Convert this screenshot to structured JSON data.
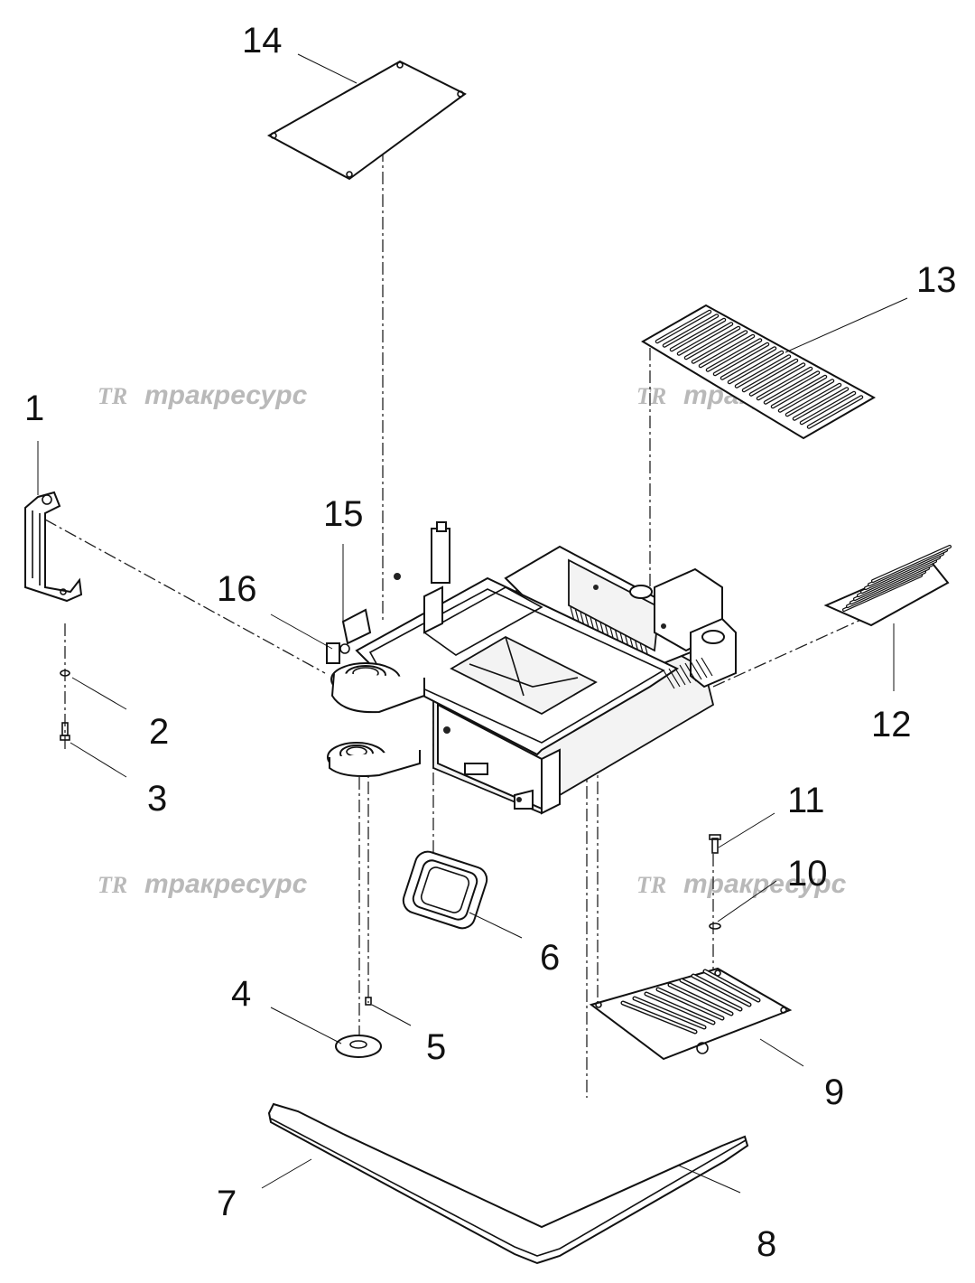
{
  "callouts": {
    "n1": "1",
    "n2": "2",
    "n3": "3",
    "n4": "4",
    "n5": "5",
    "n6": "6",
    "n7": "7",
    "n8": "8",
    "n9": "9",
    "n10": "10",
    "n11": "11",
    "n12": "12",
    "n13": "13",
    "n14": "14",
    "n15": "15",
    "n16": "16"
  },
  "watermark": {
    "logo": "TR",
    "text": "тракресурс",
    "color": "#b9b9b9"
  }
}
